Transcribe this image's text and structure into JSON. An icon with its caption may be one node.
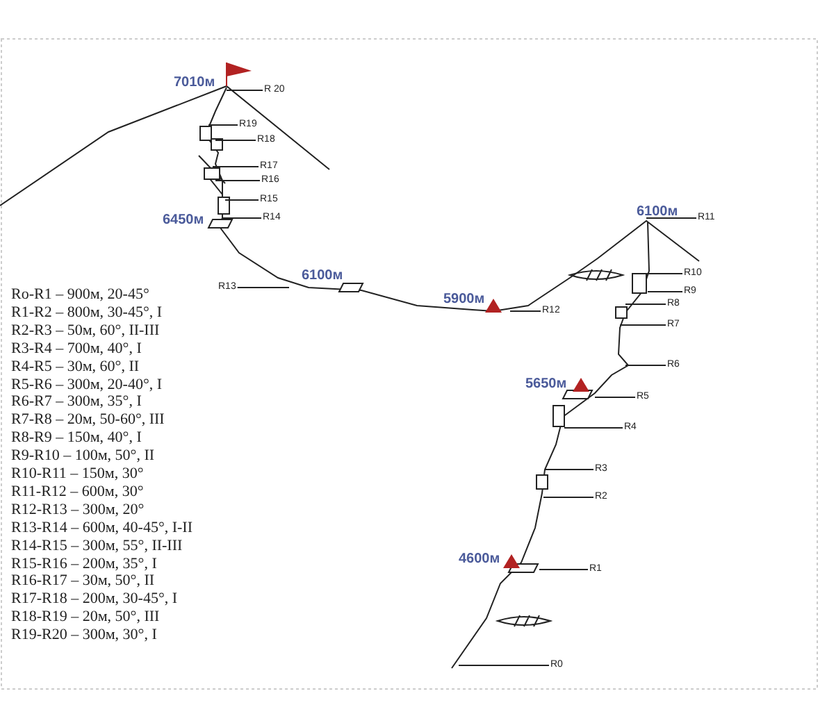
{
  "diagram": {
    "labels": [
      "7010м",
      "6450м",
      "6100м",
      "5900м",
      "6100м",
      "5650м",
      "4600м",
      "R 20",
      "R19",
      "R18",
      "R17",
      "R16",
      "R15",
      "R14",
      "R13",
      "R12",
      "R11",
      "R10",
      "R9",
      "R8",
      "R7",
      "R6",
      "R5",
      "R4",
      "R3",
      "R2",
      "R1",
      "R0",
      "Ro-R1 – 900м, 20-45°",
      "R1-R2 – 800м, 30-45°, I",
      "R2-R3 – 50м, 60°, II-III",
      "R3-R4 – 700м, 40°, I",
      "R4-R5 – 30м, 60°, II",
      "R5-R6 – 300м, 20-40°, I",
      "R6-R7 – 300м, 35°, I",
      "R7-R8 – 20м, 50-60°, III",
      "R8-R9 – 150м, 40°, I",
      "R9-R10 – 100м, 50°, II",
      "R10-R11 – 150м, 30°",
      "R11-R12 – 600м, 30°",
      "R12-R13 – 300м, 20°",
      "R13-R14 – 600м, 40-45°, I-II",
      "R14-R15 – 300м, 55°, II-III",
      "R15-R16 – 200м, 35°, I",
      "R16-R17 – 30м, 50°, II",
      "R17-R18 – 200м, 30-45°, I",
      "R18-R19 – 20м, 50°, III",
      "R19-R20 – 300м, 30°, I"
    ]
  }
}
